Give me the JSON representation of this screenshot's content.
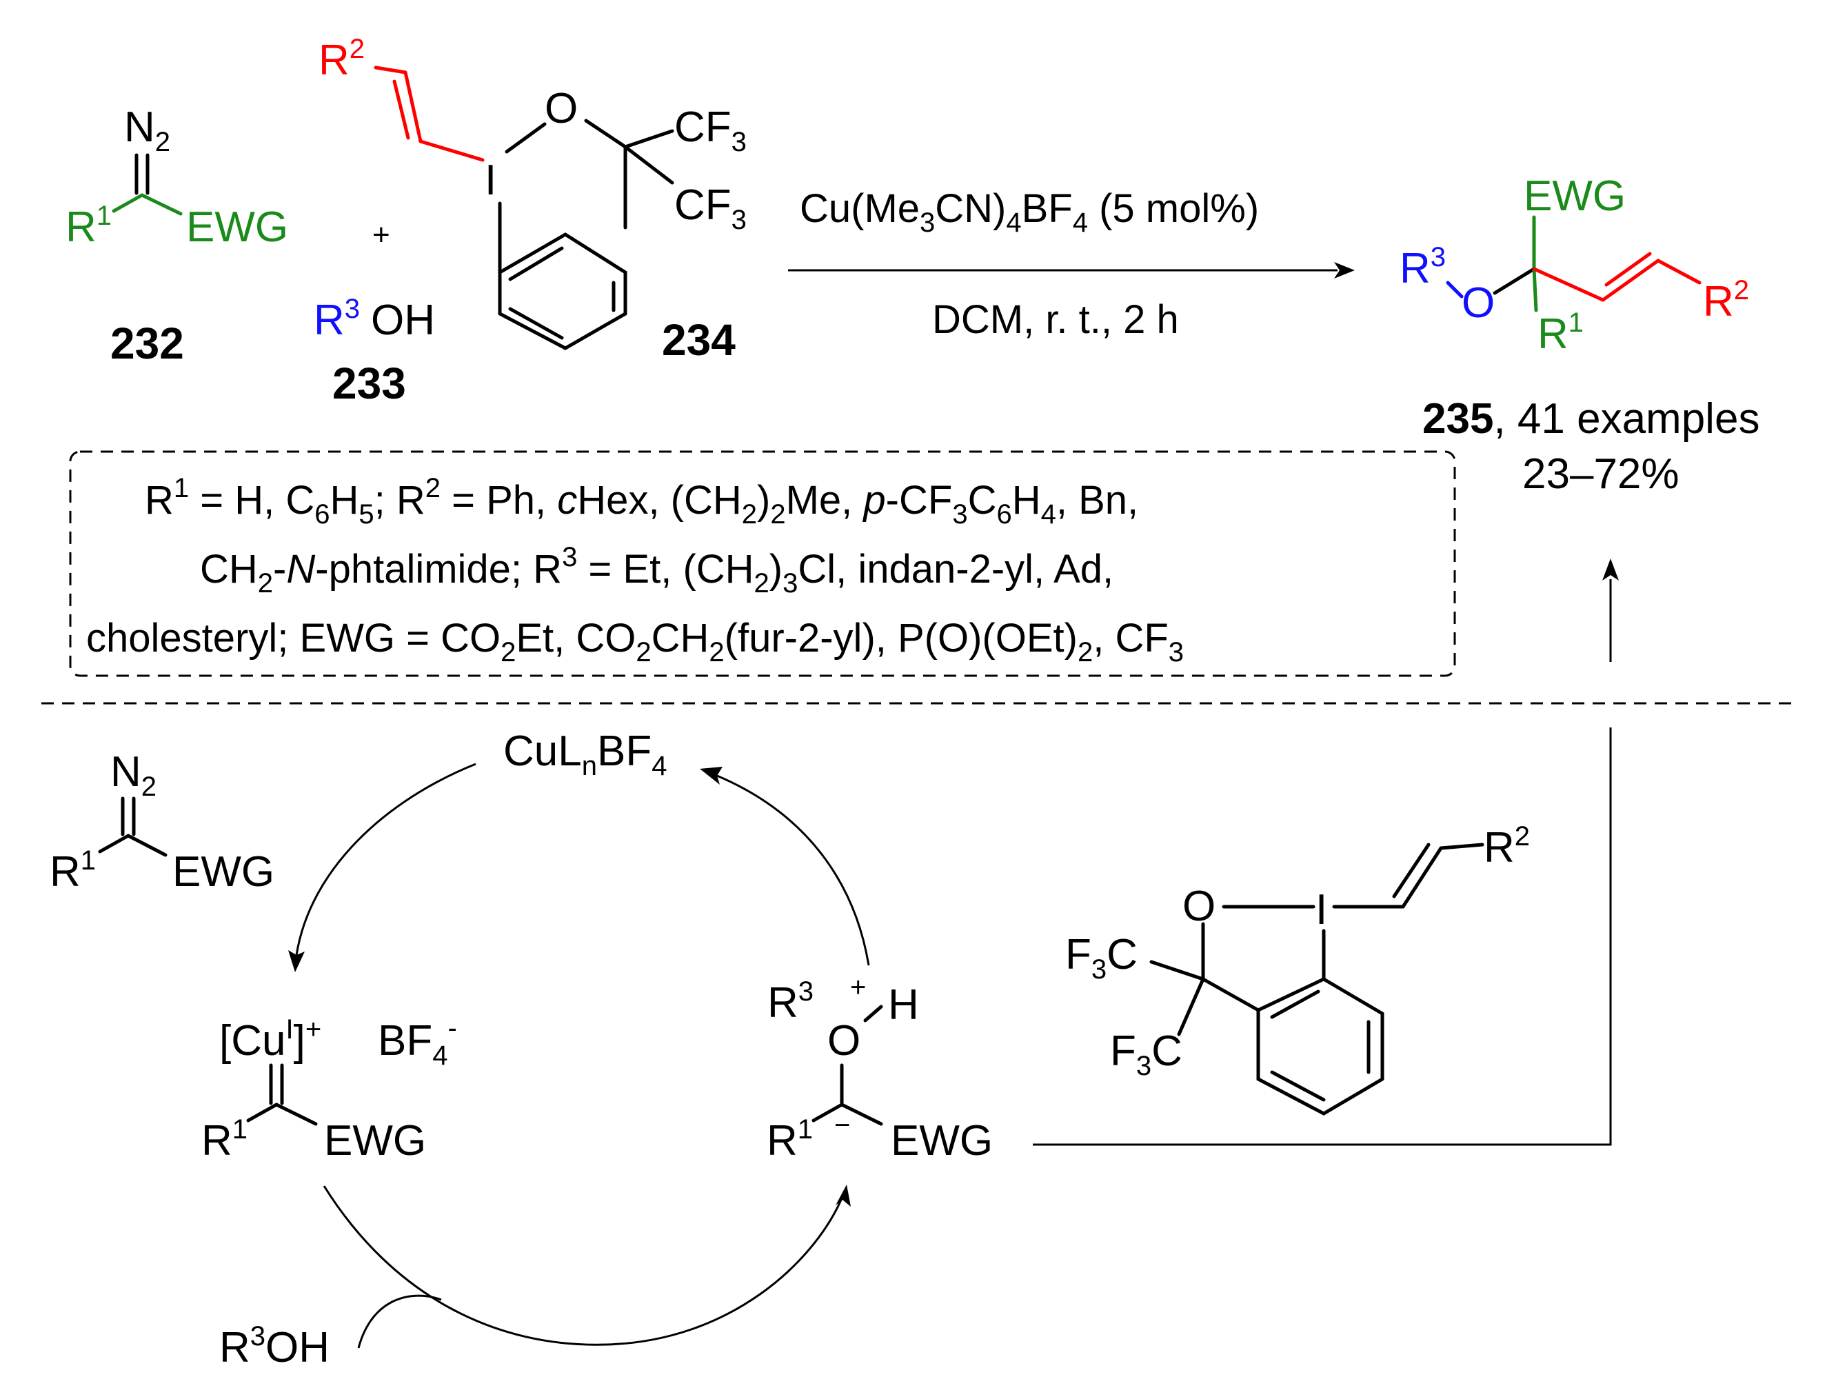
{
  "colors": {
    "green": "#1a8a1a",
    "red": "#ff0000",
    "blue": "#1010ff",
    "black": "#000000"
  },
  "reactants": {
    "diazo": {
      "number": "232",
      "N2": "N",
      "N2_sub": "2",
      "R": "R",
      "R_sup": "1",
      "EWG": "EWG"
    },
    "plus": "+",
    "alcohol": {
      "number": "233",
      "R": "R",
      "R_sup": "3",
      "OH": "OH"
    },
    "reagent": {
      "number": "234",
      "R": "R",
      "R_sup": "2",
      "I": "I",
      "O": "O",
      "CF": "CF",
      "CF_sub": "3"
    }
  },
  "conditions": {
    "line1_a": "Cu(Me",
    "line1_sub1": "3",
    "line1_b": "CN)",
    "line1_sub2": "4",
    "line1_c": "BF",
    "line1_sub3": "4",
    "line1_d": " (5 mol%)",
    "line2": "DCM, r. t., 2 h"
  },
  "product": {
    "number": "235",
    "examples": ", 41 examples",
    "yield": "23–72%",
    "EWG": "EWG",
    "O": "O",
    "R": "R",
    "R1_sup": "1",
    "R2_sup": "2",
    "R3_sup": "3"
  },
  "scope": {
    "line1": [
      "R",
      "1",
      " = H, C",
      "6",
      "H",
      "5",
      "; R",
      "2",
      " = Ph, ",
      "c",
      "Hex, (CH",
      "2",
      ")",
      "2",
      "Me, ",
      "p",
      "-CF",
      "3",
      "C",
      "6",
      "H",
      "4",
      ", Bn,"
    ],
    "line2": [
      "CH",
      "2",
      "-",
      "N",
      "-phtalimide; R",
      "3",
      " = Et, (CH",
      "2",
      ")",
      "3",
      "Cl, indan-2-yl, Ad,"
    ],
    "line3": [
      "cholesteryl; EWG = CO",
      "2",
      "Et, CO",
      "2",
      "CH",
      "2",
      "(fur-2-yl), P(O)(OEt)",
      "2",
      ", CF",
      "3"
    ]
  },
  "mechanism": {
    "catalyst": {
      "a": "CuL",
      "sub1": "n",
      "b": "BF",
      "sub2": "4"
    },
    "diazo": {
      "N": "N",
      "N_sub": "2",
      "R": "R",
      "R_sup": "1",
      "EWG": "EWG"
    },
    "carbene": {
      "bracket_open": "[Cu",
      "sup_I": "I",
      "bracket_close": "]",
      "charge": "+",
      "BF": "BF",
      "BF_sub": "4",
      "BF_sup": "-",
      "R": "R",
      "R_sup": "1",
      "EWG": "EWG"
    },
    "ylide": {
      "R": "R",
      "R3_sup": "3",
      "plus": "+",
      "H": "H",
      "O": "O",
      "R1_sup": "1",
      "minus": "−",
      "EWG": "EWG"
    },
    "alcohol": {
      "R": "R",
      "R_sup": "3",
      "OH": "OH"
    },
    "reagent": {
      "O": "O",
      "I": "I",
      "F3C_a": "F",
      "F3C_sub": "3",
      "F3C_b": "C",
      "R": "R",
      "R_sup": "2"
    }
  }
}
